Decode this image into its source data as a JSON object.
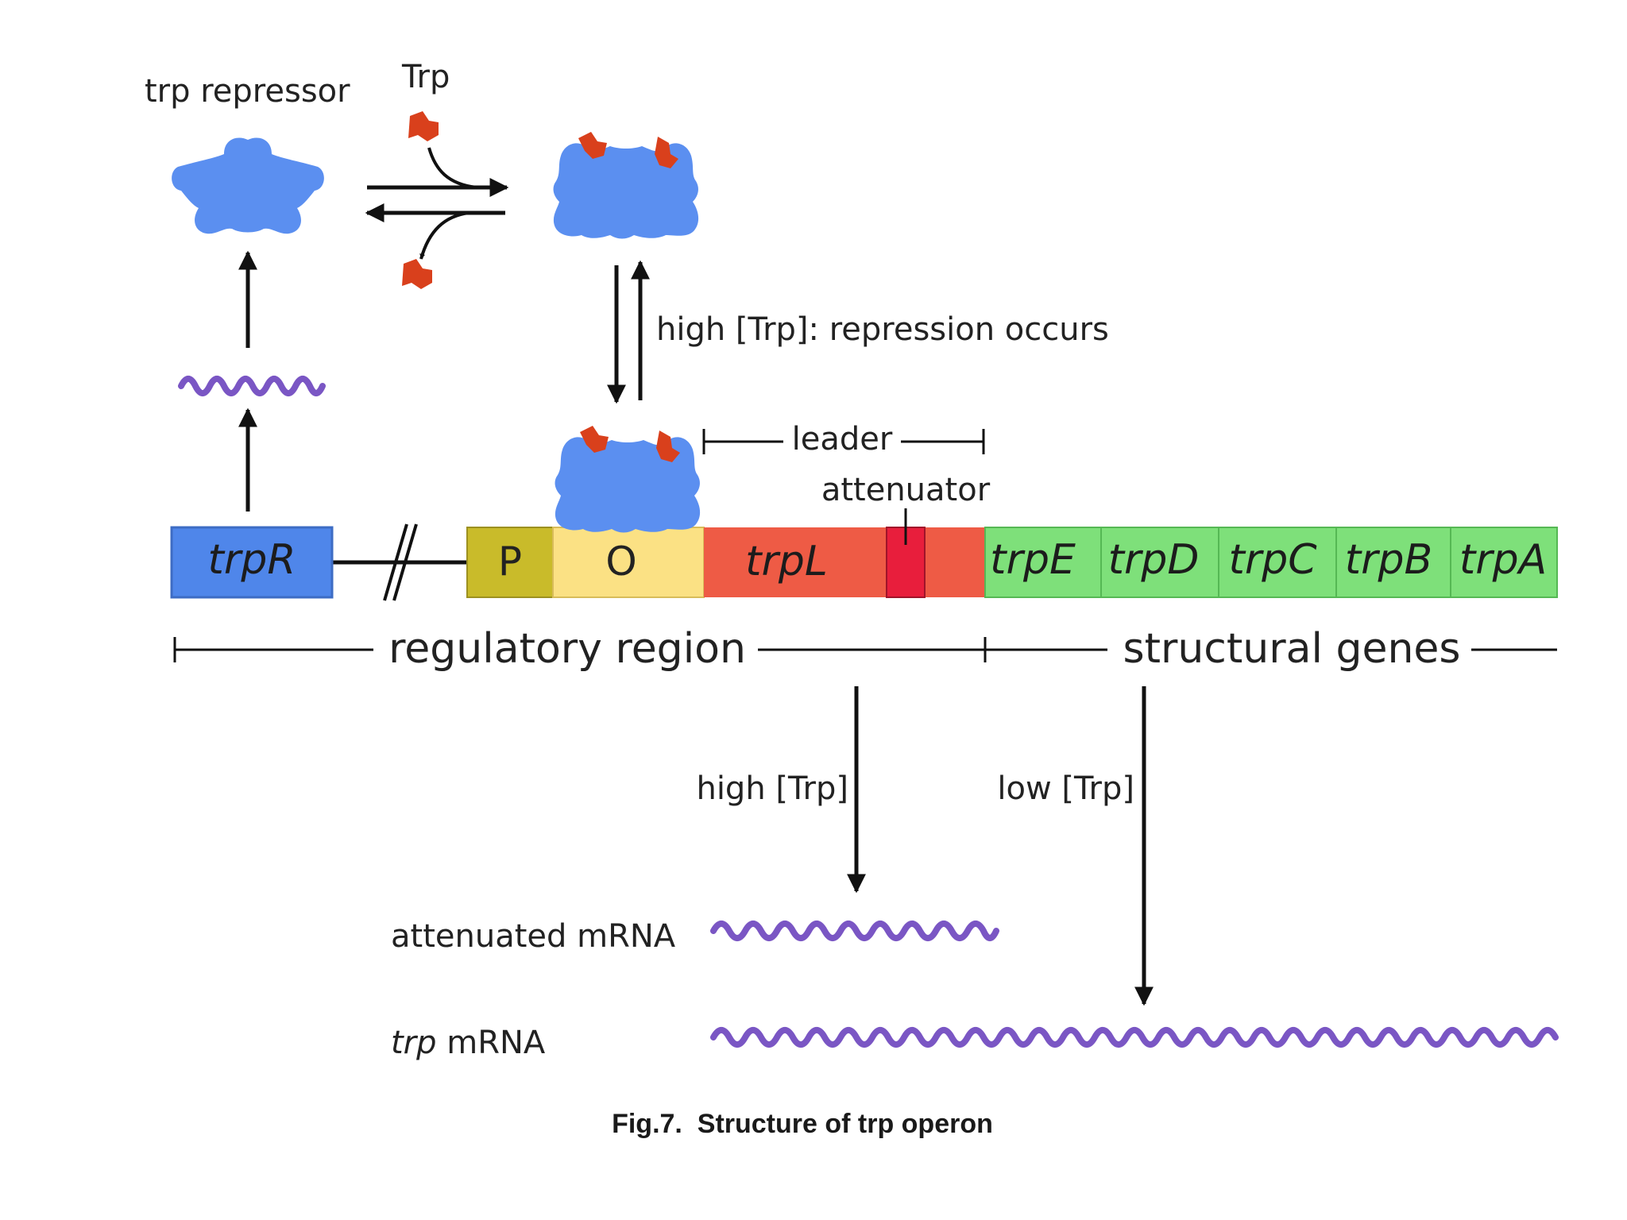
{
  "labels": {
    "repressor": "trp repressor",
    "trp": "Trp",
    "repression": "high [Trp]: repression occurs",
    "leader": "leader",
    "attenuator": "attenuator",
    "regulatory": "regulatory region",
    "structural": "structural genes",
    "high_trp": "high [Trp]",
    "low_trp": "low [Trp]",
    "attenuated_mrna": "attenuated mRNA",
    "trp_mrna_italic": "trp",
    "trp_mrna_rest": " mRNA"
  },
  "genes": {
    "trpR": "trpR",
    "P": "P",
    "O": "O",
    "trpL": "trpL",
    "trpE": "trpE",
    "trpD": "trpD",
    "trpC": "trpC",
    "trpB": "trpB",
    "trpA": "trpA"
  },
  "caption": "Fig.7.  Structure of trp operon",
  "colors": {
    "repressor": "#5b8ff0",
    "tryptophan": "#d9401c",
    "mrna": "#7a56c4",
    "trpR_box": "#4f86ea",
    "promoter_box": "#c9bb2a",
    "operator_box": "#fbe184",
    "leader_box": "#ee5b45",
    "attenuator_box": "#e81e3c",
    "structural_box": "#7ee07a",
    "arrow": "#111111"
  }
}
